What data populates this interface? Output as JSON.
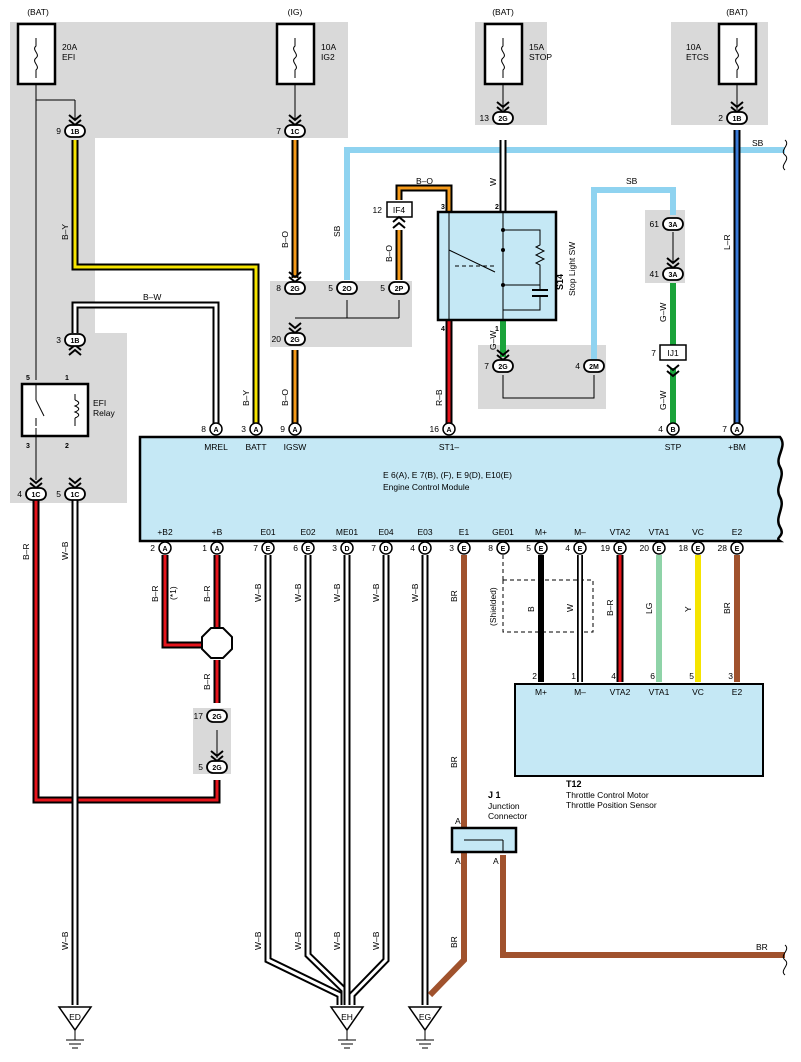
{
  "fuses": [
    {
      "src": "(BAT)",
      "rating": "20A",
      "name": "EFI"
    },
    {
      "src": "(IG)",
      "rating": "10A",
      "name": "IG2"
    },
    {
      "src": "(BAT)",
      "rating": "15A",
      "name": "STOP"
    },
    {
      "src": "(BAT)",
      "rating": "10A",
      "name": "ETCS"
    }
  ],
  "ecm": {
    "title": "E 6(A), E 7(B), (F), E 9(D), E10(E)",
    "subtitle": "Engine Control Module",
    "top_terminals": [
      {
        "label": "MREL",
        "pin": "8",
        "conn": "A"
      },
      {
        "label": "BATT",
        "pin": "3",
        "conn": "A"
      },
      {
        "label": "IGSW",
        "pin": "9",
        "conn": "A"
      },
      {
        "label": "ST1–",
        "pin": "16",
        "conn": "A"
      },
      {
        "label": "STP",
        "pin": "4",
        "conn": "B"
      },
      {
        "label": "+BM",
        "pin": "7",
        "conn": "A"
      }
    ],
    "bottom_terminals": [
      {
        "label": "+B2",
        "pin": "2",
        "conn": "A"
      },
      {
        "label": "+B",
        "pin": "1",
        "conn": "A"
      },
      {
        "label": "E01",
        "pin": "7",
        "conn": "E"
      },
      {
        "label": "E02",
        "pin": "6",
        "conn": "E"
      },
      {
        "label": "ME01",
        "pin": "3",
        "conn": "D"
      },
      {
        "label": "E04",
        "pin": "7",
        "conn": "D"
      },
      {
        "label": "E03",
        "pin": "4",
        "conn": "D"
      },
      {
        "label": "E1",
        "pin": "3",
        "conn": "E"
      },
      {
        "label": "GE01",
        "pin": "8",
        "conn": "E"
      },
      {
        "label": "M+",
        "pin": "5",
        "conn": "E"
      },
      {
        "label": "M–",
        "pin": "4",
        "conn": "E"
      },
      {
        "label": "VTA2",
        "pin": "19",
        "conn": "E"
      },
      {
        "label": "VTA1",
        "pin": "20",
        "conn": "E"
      },
      {
        "label": "VC",
        "pin": "18",
        "conn": "E"
      },
      {
        "label": "E2",
        "pin": "28",
        "conn": "E"
      }
    ]
  },
  "connectors": {
    "c1b_top": {
      "pin": "9",
      "id": "1B"
    },
    "c1c_top": {
      "pin": "7",
      "id": "1C"
    },
    "c2g_top": {
      "pin": "13",
      "id": "2G"
    },
    "c1b_etcs": {
      "pin": "2",
      "id": "1B"
    },
    "if4": {
      "pin": "12",
      "id": "IF4"
    },
    "c2g_8": {
      "pin": "8",
      "id": "2G"
    },
    "c2o": {
      "pin": "5",
      "id": "2O"
    },
    "c2p": {
      "pin": "5",
      "id": "2P"
    },
    "c2g_20": {
      "pin": "20",
      "id": "2G"
    },
    "c1b_relay": {
      "pin": "3",
      "id": "1B"
    },
    "c3a_61": {
      "pin": "61",
      "id": "3A"
    },
    "c3a_41": {
      "pin": "41",
      "id": "3A"
    },
    "ij1": {
      "pin": "7",
      "id": "IJ1"
    },
    "c2g_7": {
      "pin": "7",
      "id": "2G"
    },
    "c2m": {
      "pin": "4",
      "id": "2M"
    },
    "c1c_4": {
      "pin": "4",
      "id": "1C"
    },
    "c1c_5": {
      "pin": "5",
      "id": "1C"
    },
    "c2g_17": {
      "pin": "17",
      "id": "2G"
    },
    "c2g_5": {
      "pin": "5",
      "id": "2G"
    }
  },
  "wires": {
    "by": "B–Y",
    "bw": "B–W",
    "bo": "B–O",
    "sb": "SB",
    "w": "W",
    "lr": "L–R",
    "rb": "R–B",
    "gw": "G–W",
    "br_wire": "B–R",
    "wb": "W–B",
    "br": "BR",
    "b": "B",
    "lg": "LG",
    "y": "Y",
    "star1": "(*1)"
  },
  "relay": {
    "name": "EFI",
    "name2": "Relay",
    "pins": [
      "5",
      "1",
      "3",
      "2"
    ]
  },
  "stop_sw": {
    "id": "S14",
    "name": "Stop Light SW",
    "pins": [
      "3",
      "2",
      "4",
      "1"
    ]
  },
  "throttle": {
    "id": "T12",
    "name1": "Throttle Control Motor",
    "name2": "Throttle Position Sensor",
    "terminals": [
      {
        "label": "M+",
        "pin": "2"
      },
      {
        "label": "M–",
        "pin": "1"
      },
      {
        "label": "VTA2",
        "pin": "4"
      },
      {
        "label": "VTA1",
        "pin": "6"
      },
      {
        "label": "VC",
        "pin": "5"
      },
      {
        "label": "E2",
        "pin": "3"
      }
    ]
  },
  "junction": {
    "id": "J 1",
    "name1": "Junction",
    "name2": "Connector",
    "pin": "A"
  },
  "shielded": "(Shielded)",
  "grounds": [
    "ED",
    "EH",
    "EG"
  ],
  "colors": {
    "panel": "#d8d8d8",
    "ecm_fill": "#c5e8f5",
    "sb": "#8fd3f0",
    "brown": "#a0522d",
    "green": "#1aa33a",
    "yellow": "#f5e400",
    "red": "#e5141c",
    "orange": "#f59a1a",
    "blue": "#3a7ad8"
  }
}
